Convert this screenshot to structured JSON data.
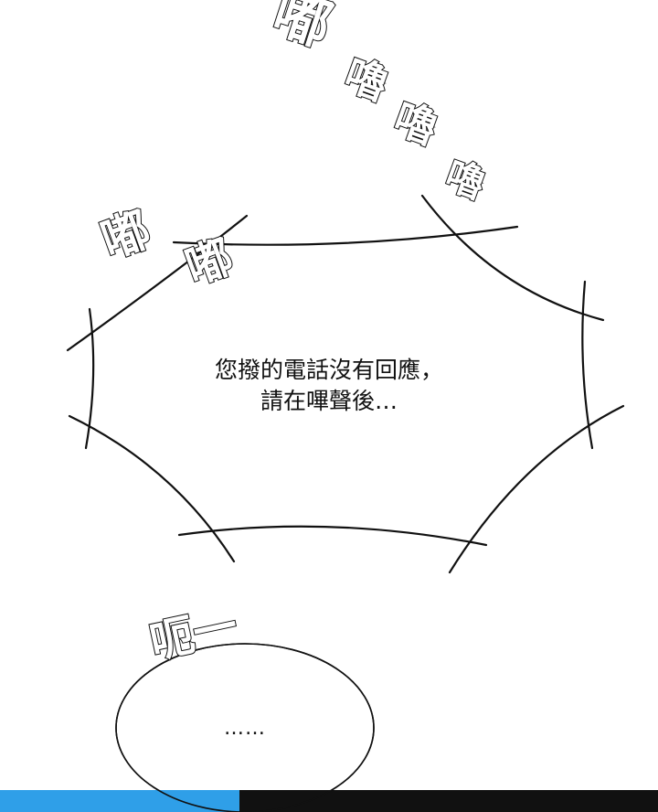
{
  "sound_effects": {
    "du_top": "嘟",
    "lu_1": "嚕",
    "lu_2": "嚕",
    "lu_3": "嚕",
    "du_left_1": "嘟",
    "du_left_2": "嘟",
    "uh": "呃一"
  },
  "phone_balloon": {
    "line_1": "您撥的電話沒有回應，",
    "line_2": "請在嗶聲後…"
  },
  "speech_balloon": {
    "text": "……"
  },
  "colors": {
    "line": "#111111",
    "background": "#ffffff",
    "bottom_blue": "#2f9fe8",
    "bottom_black": "#111111"
  }
}
